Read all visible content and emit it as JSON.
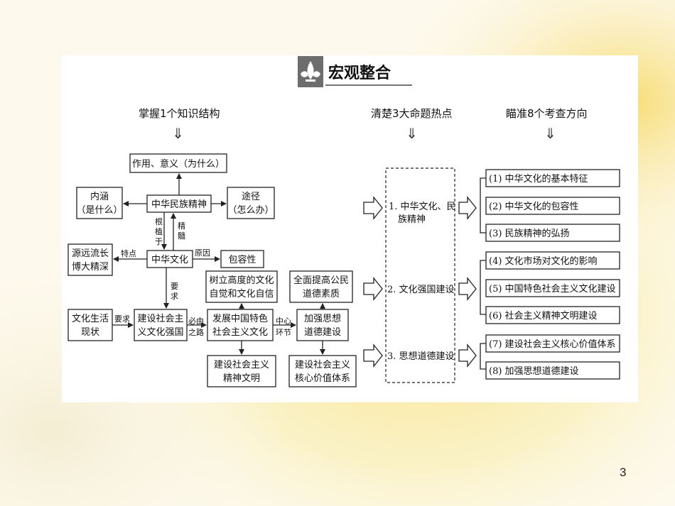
{
  "title": "宏观整合",
  "headings": {
    "col1": "掌握1个知识结构",
    "col2": "清楚3大命题热点",
    "col3": "瞄准8个考查方向",
    "down_arrow": "⇓"
  },
  "concept_map": {
    "role": "作用、意义（为什么）",
    "connotation": [
      "内涵",
      "（是什么）"
    ],
    "spirit": "中华民族精神",
    "approach": [
      "途径",
      "（怎么办）"
    ],
    "rooted_in": [
      "根",
      "植",
      "于"
    ],
    "essence": [
      "精",
      "髓"
    ],
    "origin": [
      "源远流长",
      "博大精深"
    ],
    "feature_label": "特点",
    "culture": "中华文化",
    "reason_label": "原因",
    "inclusive": "包容性",
    "require_label_v": [
      "要",
      "求"
    ],
    "confidence": [
      "树立高度的文化",
      "自觉和文化自信"
    ],
    "citizen": [
      "全面提高公民",
      "道德素质"
    ],
    "situation": [
      "文化生活",
      "现状"
    ],
    "require_label": "要求",
    "power": [
      "建设社会主",
      "义文化强国"
    ],
    "must_label": [
      "必由",
      "之路"
    ],
    "develop": [
      "发展中国特色",
      "社会主义文化"
    ],
    "center_label": [
      "中心",
      "环节"
    ],
    "ethics": [
      "加强思想",
      "道德建设"
    ],
    "civilization": [
      "建设社会主义",
      "精神文明"
    ],
    "core_values": [
      "建设社会主义",
      "核心价值体系"
    ]
  },
  "hotspots": [
    [
      "1. 中华文化、民",
      "族精神"
    ],
    [
      "2. 文化强国建设"
    ],
    [
      "3. 思想道德建设"
    ]
  ],
  "directions": [
    "(1) 中华文化的基本特征",
    "(2) 中华文化的包容性",
    "(3) 民族精神的弘扬",
    "(4) 文化市场对文化的影响",
    "(5) 中国特色社会主义文化建设",
    "(6) 社会主义精神文明建设",
    "(7) 建设社会主义核心价值体系",
    "(8) 加强思想道德建设"
  ],
  "page_number": "3",
  "colors": {
    "panel": "#ffffff",
    "line": "#222222",
    "background_glow": "#f6e27a"
  }
}
